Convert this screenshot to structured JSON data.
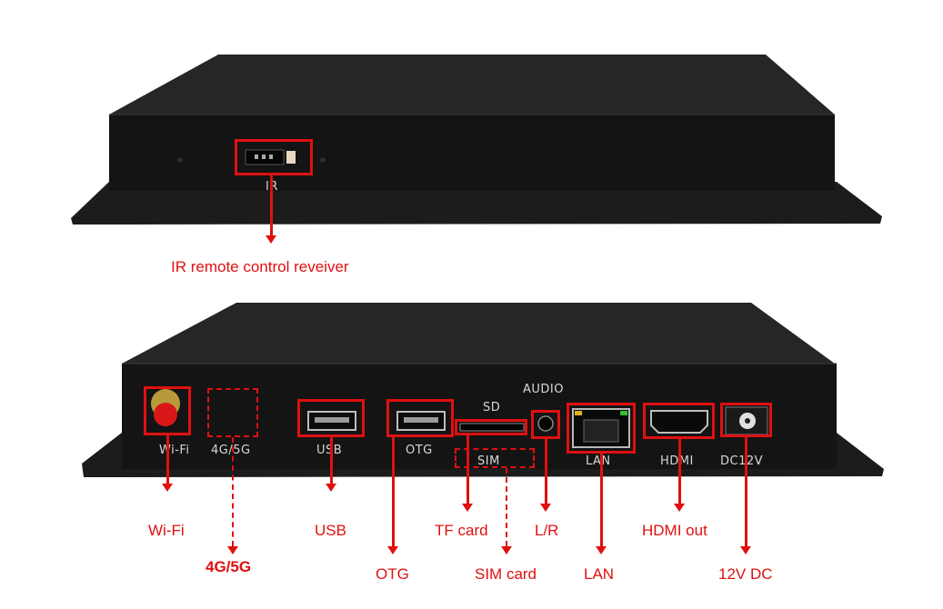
{
  "top_device": {
    "port_labels": {
      "ir": "IR"
    }
  },
  "bottom_device": {
    "port_labels": {
      "wifi": "Wi-Fi",
      "cell": "4G/5G",
      "usb": "USB",
      "otg": "OTG",
      "sd": "SD",
      "sim": "SIM",
      "audio": "AUDIO",
      "lan": "LAN",
      "hdmi": "HDMI",
      "dc": "DC12V"
    }
  },
  "callouts": {
    "ir_receiver": "IR remote control reveiver",
    "wifi": "Wi-Fi",
    "cell": "4G/5G",
    "usb": "USB",
    "otg": "OTG",
    "tf_card": "TF card",
    "sim_card": "SIM card",
    "lr": "L/R",
    "lan": "LAN",
    "hdmi_out": "HDMI out",
    "dc": "12V DC"
  },
  "colors": {
    "callout_red": "#e01010",
    "device_black": "#151515",
    "label_grey": "#d8d8d8"
  }
}
